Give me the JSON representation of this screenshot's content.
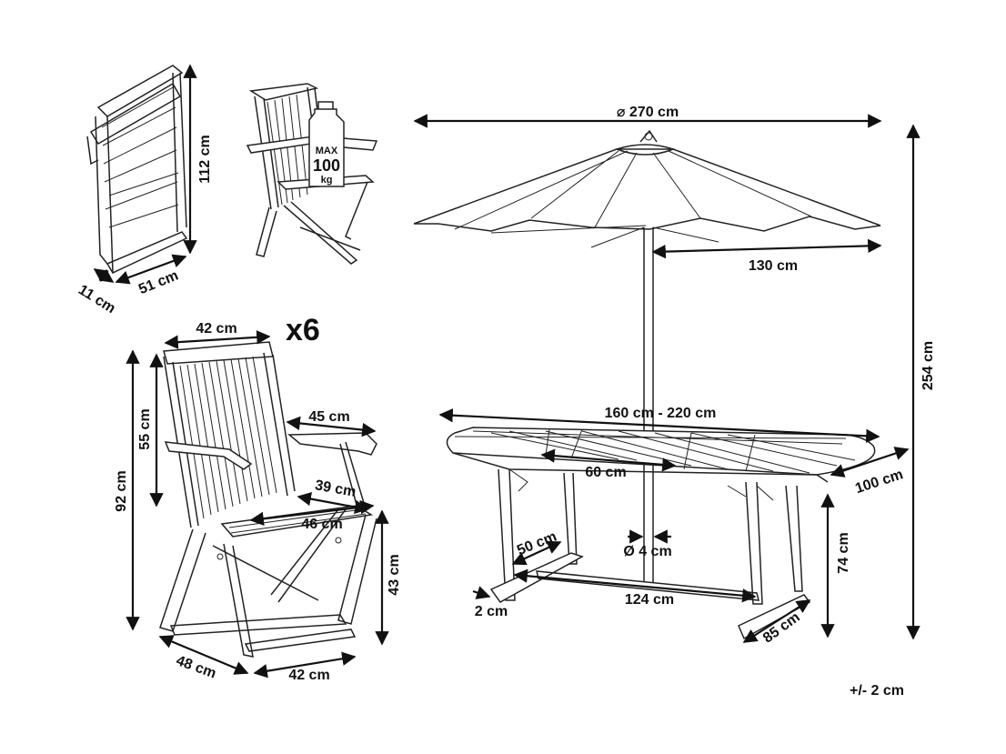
{
  "labels": {
    "umbrella_diameter": "⌀ 270 cm",
    "umbrella_radius": "130 cm",
    "umbrella_height": "254 cm",
    "table_length": "160 cm - 220 cm",
    "table_extension": "60 cm",
    "table_width": "100 cm",
    "table_height": "74 cm",
    "pole_diameter": "Ø 4 cm",
    "leg_span": "124 cm",
    "foot_length": "50 cm",
    "foot_thickness": "2 cm",
    "foot_width": "85 cm",
    "folded_height": "112 cm",
    "folded_depth": "11 cm",
    "folded_width": "51 cm",
    "max_label": "MAX",
    "max_value": "100",
    "max_unit": "kg",
    "chair_back_width": "42 cm",
    "chair_quantity": "x6",
    "chair_armrest_length": "45 cm",
    "chair_backrest_height": "55 cm",
    "chair_total_height": "92 cm",
    "chair_seat_depth": "39 cm",
    "chair_seat_width": "46 cm",
    "chair_seat_height": "43 cm",
    "chair_depth": "48 cm",
    "chair_width": "42 cm",
    "tolerance": "+/- 2 cm"
  }
}
